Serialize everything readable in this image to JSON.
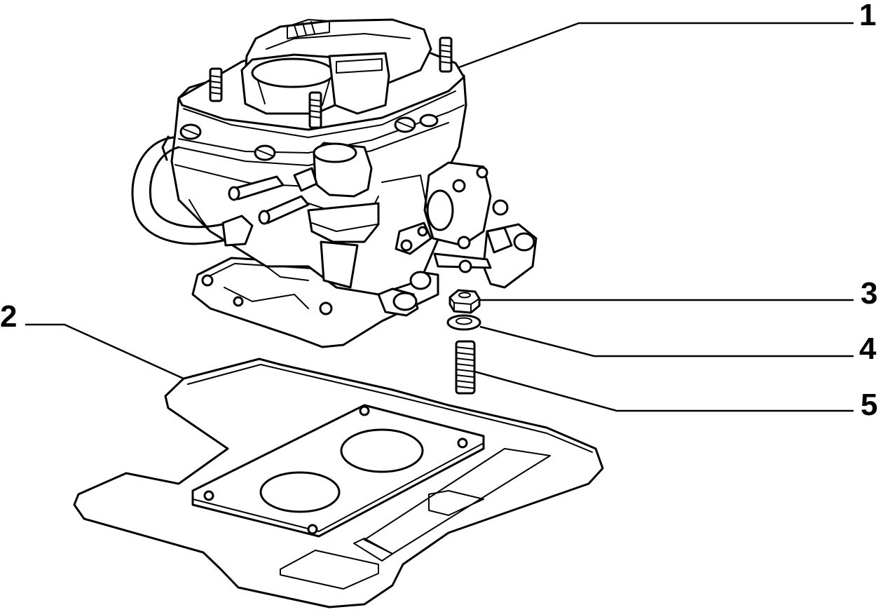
{
  "diagram": {
    "callouts": [
      {
        "id": "1",
        "label": "1"
      },
      {
        "id": "2",
        "label": "2"
      },
      {
        "id": "3",
        "label": "3"
      },
      {
        "id": "4",
        "label": "4"
      },
      {
        "id": "5",
        "label": "5"
      }
    ]
  },
  "colors": {
    "line": "#000000",
    "background": "#ffffff"
  }
}
